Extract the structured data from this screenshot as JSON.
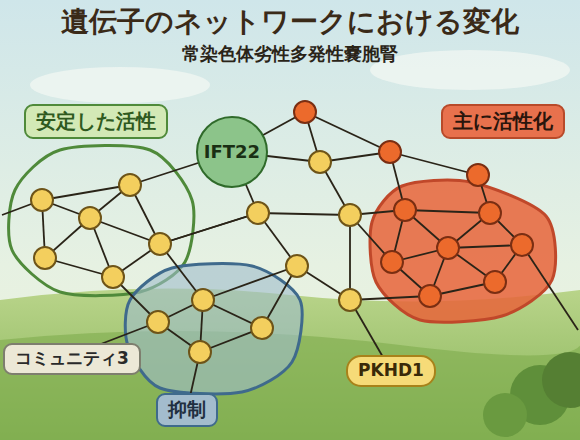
{
  "diagram": {
    "title": "遺伝子のネットワークにおける変化",
    "nodes": [
      {
        "text": [
          "安定した活性"
        ]
      },
      {
        "text": [
          "IFT22"
        ]
      },
      {
        "text": [
          "主に活性化"
        ]
      },
      {
        "text": [
          "コミュニティ3"
        ]
      },
      {
        "text": [
          "PKHD1"
        ]
      },
      {
        "text": [
          "抑制"
        ]
      }
    ],
    "labels": [
      "常染色体劣性多発性嚢胞腎"
    ]
  }
}
